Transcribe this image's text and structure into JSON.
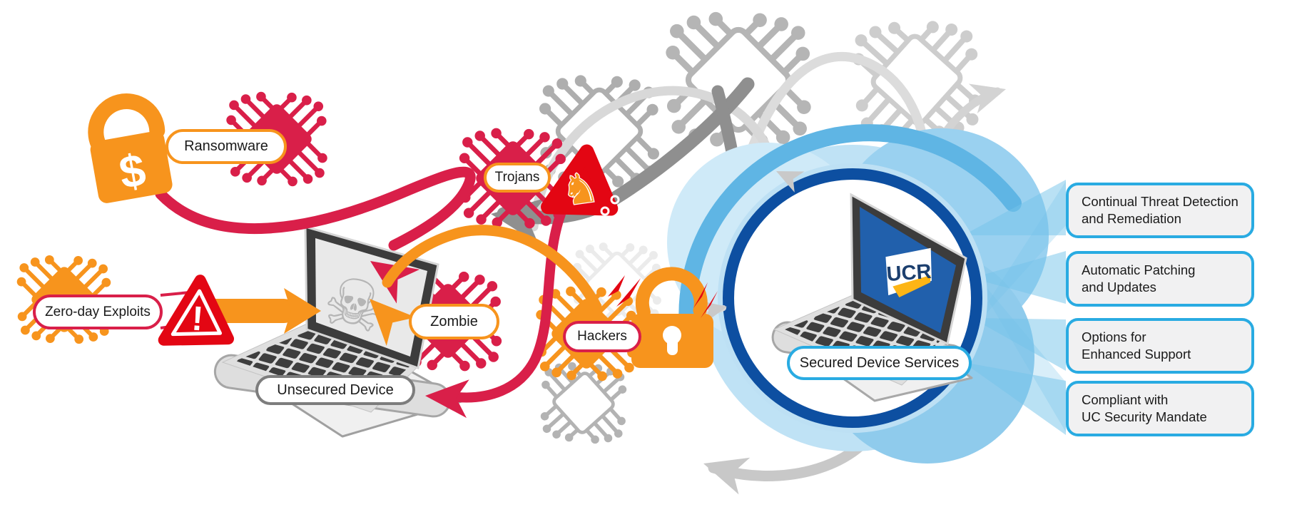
{
  "labels": {
    "ransomware": "Ransomware",
    "trojans": "Trojans",
    "zero_day": "Zero-day Exploits",
    "zombie": "Zombie",
    "hackers": "Hackers",
    "unsecured_device": "Unsecured Device",
    "secured_device": "Secured Device Services"
  },
  "secured_logo": "UCR",
  "benefits": [
    {
      "line1": "Continual Threat Detection",
      "line2": "and Remediation"
    },
    {
      "line1": "Automatic Patching",
      "line2": "and Updates"
    },
    {
      "line1": "Options for",
      "line2": "Enhanced Support"
    },
    {
      "line1": "Compliant with",
      "line2": "UC Security Mandate"
    }
  ],
  "icons": {
    "dollar": "$",
    "exclamation": "!",
    "skull": "☠",
    "knight": "♞"
  },
  "colors": {
    "orange": "#F7941D",
    "crimson": "#D91F49",
    "bright_red": "#E30613",
    "ring_blue": "#0D4FA1",
    "sky_blue": "#29ABE2",
    "screen_blue": "#2160AC",
    "gold": "#FDB515",
    "gray": "#B3B3B3"
  }
}
